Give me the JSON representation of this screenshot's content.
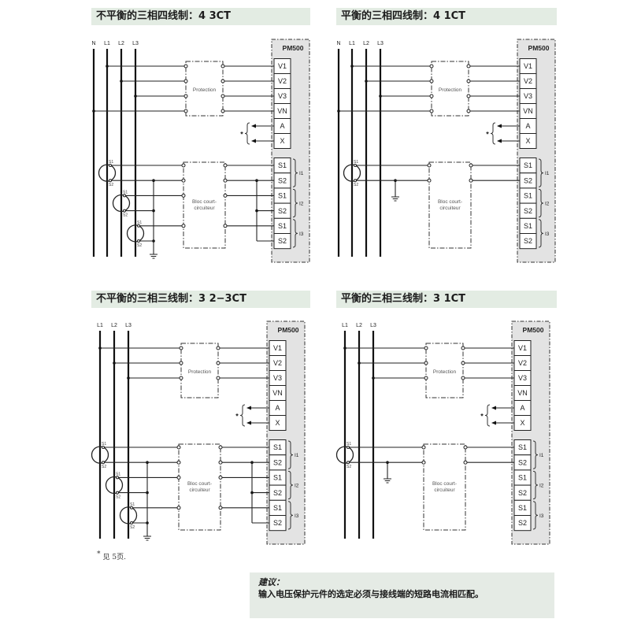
{
  "panels": [
    {
      "title": "不平衡的三相四线制：4 3CT",
      "wires": [
        "N",
        "L1",
        "L2",
        "L3"
      ],
      "ct_count": 3
    },
    {
      "title": "平衡的三相四线制：4 1CT",
      "wires": [
        "N",
        "L1",
        "L2",
        "L3"
      ],
      "ct_count": 1
    },
    {
      "title": "不平衡的三相三线制：3 2−3CT",
      "wires": [
        "L1",
        "L2",
        "L3"
      ],
      "ct_count": 3
    },
    {
      "title": "平衡的三相三线制：3 1CT",
      "wires": [
        "L1",
        "L2",
        "L3"
      ],
      "ct_count": 1
    }
  ],
  "common": {
    "device_label": "PM500",
    "protection_label": "Protection",
    "block_label": [
      "Bloc court-",
      "circuiteur"
    ],
    "voltage_terminals": [
      "V1",
      "V2",
      "V3",
      "VN",
      "A",
      "X"
    ],
    "current_terminals": [
      "S1",
      "S2",
      "S1",
      "S2",
      "S1",
      "S2"
    ],
    "current_groups": [
      "I1",
      "I2",
      "I3"
    ],
    "ct_taps": [
      "S1",
      "S2"
    ],
    "aux_marker": "*"
  },
  "footnote": {
    "marker": "*",
    "text": "见 5页."
  },
  "advice": {
    "heading": "建议：",
    "text": "输入电压保护元件的选定必须与接线端的短路电流相匹配。"
  }
}
